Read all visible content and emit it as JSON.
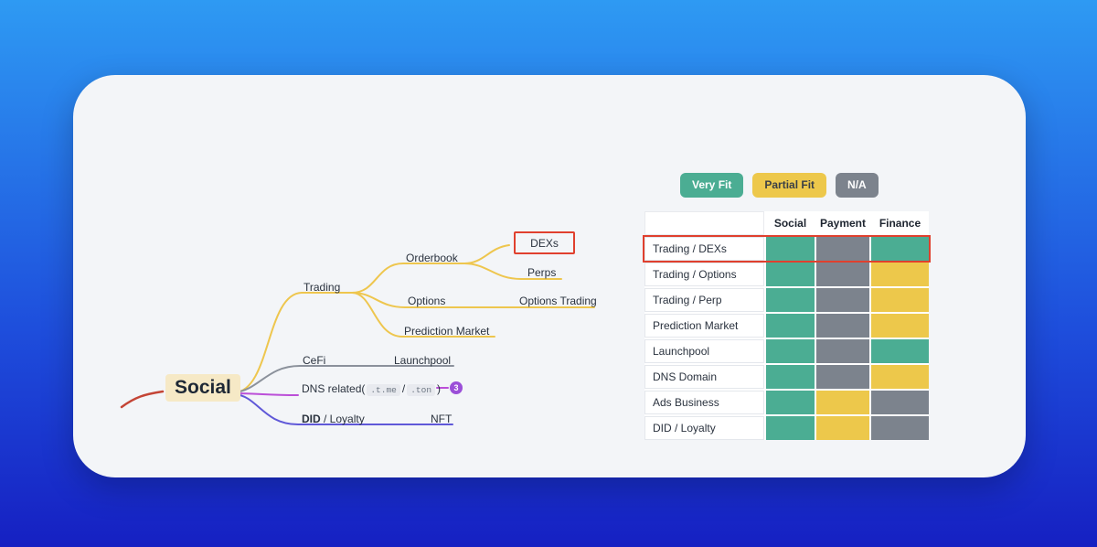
{
  "mindmap": {
    "root": "Social",
    "trading": "Trading",
    "orderbook": "Orderbook",
    "dexs": "DEXs",
    "perps": "Perps",
    "options": "Options",
    "options_trading": "Options Trading",
    "prediction_market": "Prediction Market",
    "cefi": "CeFi",
    "launchpool": "Launchpool",
    "dns_prefix": "DNS related(",
    "dns_tag1": ".t.me",
    "dns_sep": "/",
    "dns_tag2": ".ton",
    "dns_suffix": ")",
    "dns_badge": "3",
    "did_bold": "DID",
    "did_rest": " / Loyalty",
    "nft": "NFT"
  },
  "legend": [
    {
      "key": "very-fit",
      "label": "Very Fit",
      "color": "#4BAD93",
      "text_color": "#FFFFFF"
    },
    {
      "key": "partial-fit",
      "label": "Partial Fit",
      "color": "#EDC84B",
      "text_color": "#3A3F46"
    },
    {
      "key": "na",
      "label": "N/A",
      "color": "#7C838D",
      "text_color": "#FFFFFF"
    }
  ],
  "table": {
    "columns": [
      "Social",
      "Payment",
      "Finance"
    ],
    "rows": [
      {
        "label": "Trading / DEXs",
        "values": [
          "fit",
          "na",
          "fit"
        ],
        "highlighted": true
      },
      {
        "label": "Trading / Options",
        "values": [
          "fit",
          "na",
          "partial"
        ],
        "highlighted": false
      },
      {
        "label": "Trading / Perp",
        "values": [
          "fit",
          "na",
          "partial"
        ],
        "highlighted": false
      },
      {
        "label": "Prediction Market",
        "values": [
          "fit",
          "na",
          "partial"
        ],
        "highlighted": false
      },
      {
        "label": "Launchpool",
        "values": [
          "fit",
          "na",
          "fit"
        ],
        "highlighted": false
      },
      {
        "label": "DNS Domain",
        "values": [
          "fit",
          "na",
          "partial"
        ],
        "highlighted": false
      },
      {
        "label": "Ads Business",
        "values": [
          "fit",
          "partial",
          "na"
        ],
        "highlighted": false
      },
      {
        "label": "DID / Loyalty",
        "values": [
          "fit",
          "partial",
          "na"
        ],
        "highlighted": false
      }
    ]
  },
  "colors": {
    "fit": "#4BAD93",
    "partial": "#EDC84B",
    "na": "#7C838D",
    "highlight_border": "#E0402E",
    "badge": "#9B4FD8"
  },
  "branch_colors": {
    "trading": "#EEC64E",
    "cefi": "#8B919B",
    "dns": "#BB4FD8",
    "did": "#5F58D8",
    "root_in": "#C44536"
  }
}
